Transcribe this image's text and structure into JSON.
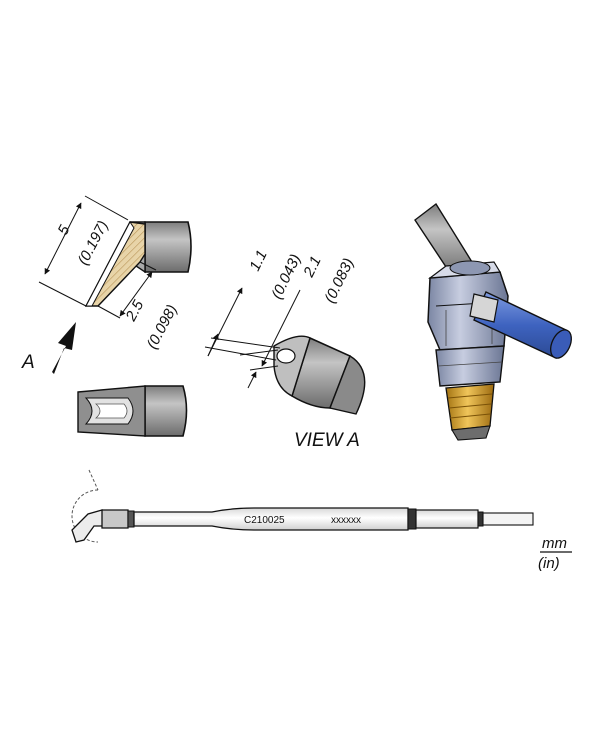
{
  "title": "",
  "side_view": {
    "length": "5",
    "length_in": "(0.197)",
    "face": "2.5",
    "face_in": "(0.098)",
    "arrow_label": "A"
  },
  "view_a": {
    "label": "VIEW A",
    "slot": "1.1",
    "slot_in": "(0.043)",
    "width": "2.1",
    "width_in": "(0.083)"
  },
  "cartridge": {
    "part_number": "C210025",
    "code": "xxxxxx"
  },
  "units": {
    "primary": "mm",
    "secondary": "(in)"
  },
  "colors": {
    "steel": "#9b9b9b",
    "steel_light": "#c9c9c9",
    "tin": "#e3cfa7",
    "blue": "#4a6fc4",
    "brass": "#d9a93a"
  }
}
